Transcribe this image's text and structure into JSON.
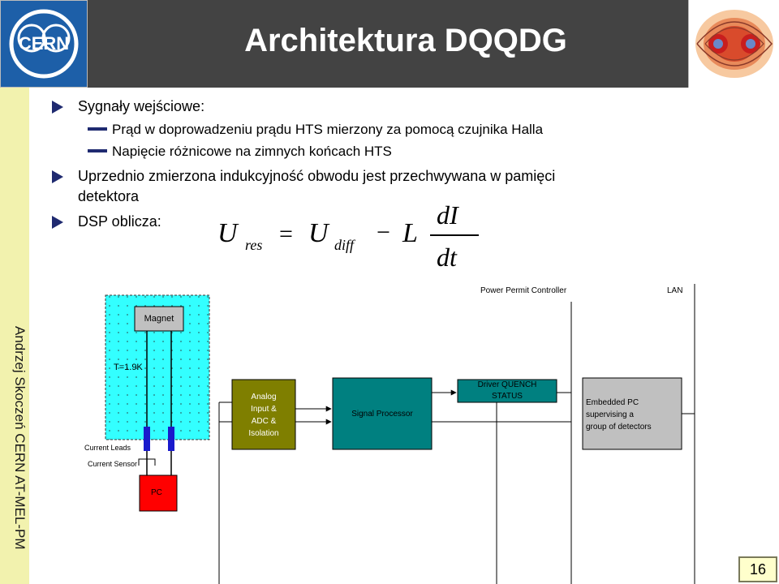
{
  "slide": {
    "title": "Architektura DQQDG",
    "author": "Andrzej Skoczeń CERN AT-MEL-PM",
    "page_number": "16"
  },
  "bullets": [
    {
      "level": 1,
      "text": "Sygnały wejściowe:"
    },
    {
      "level": 2,
      "text": "Prąd w doprowadzeniu prądu HTS mierzony za pomocą czujnika Halla"
    },
    {
      "level": 2,
      "text": "Napięcie różnicowe na zimnych końcach HTS"
    },
    {
      "level": 1,
      "text": "Uprzednio zmierzona indukcyjność obwodu jest przechwywana w pamięci"
    },
    {
      "level": 1,
      "text": "detektora"
    },
    {
      "level": 1,
      "text": "DSP oblicza:"
    }
  ],
  "formula": {
    "U": "U",
    "res": "res",
    "eq": "=",
    "U2": "U",
    "diff": "diff",
    "minus": "−",
    "L": "L",
    "numerator": "dI",
    "denominator": "dt"
  },
  "diagram": {
    "power_permit_controller": "Power Permit Controller",
    "lan": "LAN",
    "magnet": "Magnet",
    "temperature": "T=1.9K",
    "current_leads": "Current Leads",
    "current_sensor": "Current Sensor",
    "pc": "PC",
    "analog": [
      "Analog",
      "Input &",
      "ADC &",
      "Isolation"
    ],
    "signal_processor": "Signal Processor",
    "driver": [
      "Driver QUENCH",
      "STATUS"
    ],
    "embedded": [
      "Embedded PC",
      "supervising a",
      "group of detectors"
    ]
  },
  "colors": {
    "header": "#434343",
    "strip": "#f2f2ae",
    "cryostat": "#33ffff",
    "analog_box": "#7f7f00",
    "dsp_box": "#008080",
    "embedded_box": "#c0c0c0",
    "pc_box": "#ff0000",
    "leads": "#1a1acc"
  }
}
